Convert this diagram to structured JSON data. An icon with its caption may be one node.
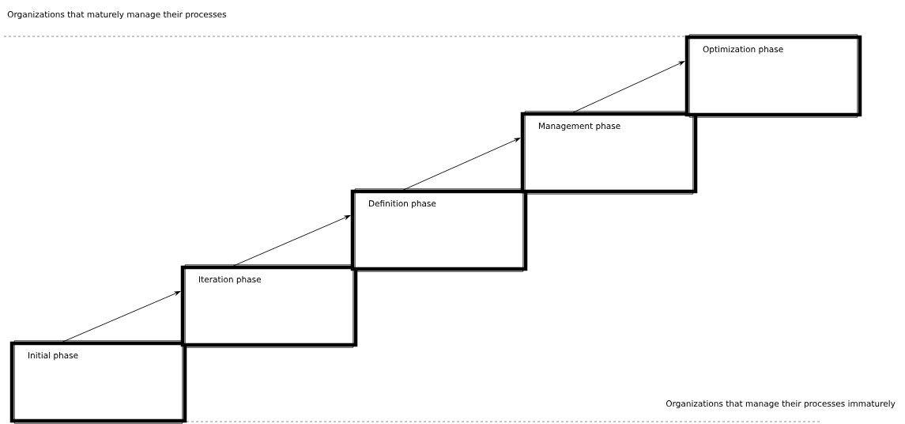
{
  "diagram": {
    "nodes": [
      {
        "text": [
          "Initial phase"
        ]
      },
      {
        "text": [
          "Iteration phase"
        ]
      },
      {
        "text": [
          "Definition phase"
        ]
      },
      {
        "text": [
          "Management phase"
        ]
      },
      {
        "text": [
          "Optimization phase"
        ]
      }
    ],
    "edges": [
      {
        "from": 0,
        "to": 1,
        "arrow": "to"
      },
      {
        "from": 1,
        "to": 2,
        "arrow": "to"
      },
      {
        "from": 2,
        "to": 3,
        "arrow": "to"
      },
      {
        "from": 3,
        "to": 4,
        "arrow": "to"
      }
    ],
    "labels": [
      "Organizations that maturely manage their processes",
      "Organizations that manage their processes immaturely"
    ]
  }
}
